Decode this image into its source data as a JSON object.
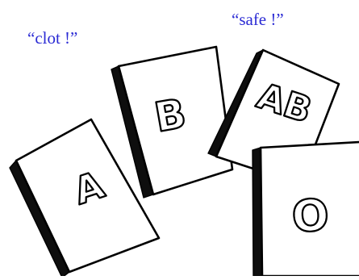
{
  "captions": {
    "clot": "“clot !”",
    "safe": "“safe !”"
  },
  "cards": [
    {
      "letter": "A"
    },
    {
      "letter": "B"
    },
    {
      "letter": "AB"
    },
    {
      "letter": "O"
    }
  ],
  "colors": {
    "caption_text": "#2b2bd4",
    "ink": "#000000",
    "paper": "#ffffff"
  }
}
